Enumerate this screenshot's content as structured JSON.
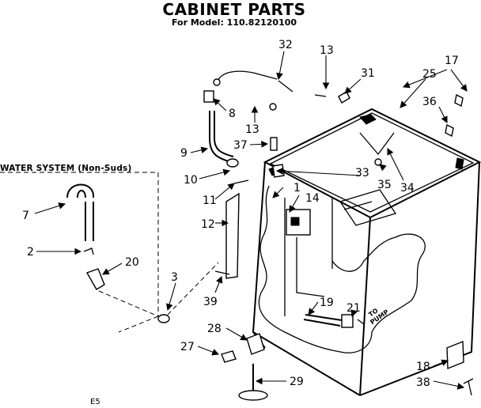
{
  "title": "CABINET PARTS",
  "model_line": "For Model: 110.82120100",
  "water_system_label": "WATER SYSTEM (Non-Suds)",
  "pump_label": [
    "TO",
    "PUMP"
  ],
  "page_code": "E5",
  "part_callouts": [
    "32",
    "13",
    "31",
    "17",
    "25",
    "8",
    "36",
    "13",
    "37",
    "9",
    "10",
    "33",
    "1",
    "14",
    "35",
    "34",
    "11",
    "7",
    "12",
    "2",
    "20",
    "3",
    "39",
    "19",
    "21",
    "28",
    "27",
    "18",
    "29",
    "38"
  ]
}
